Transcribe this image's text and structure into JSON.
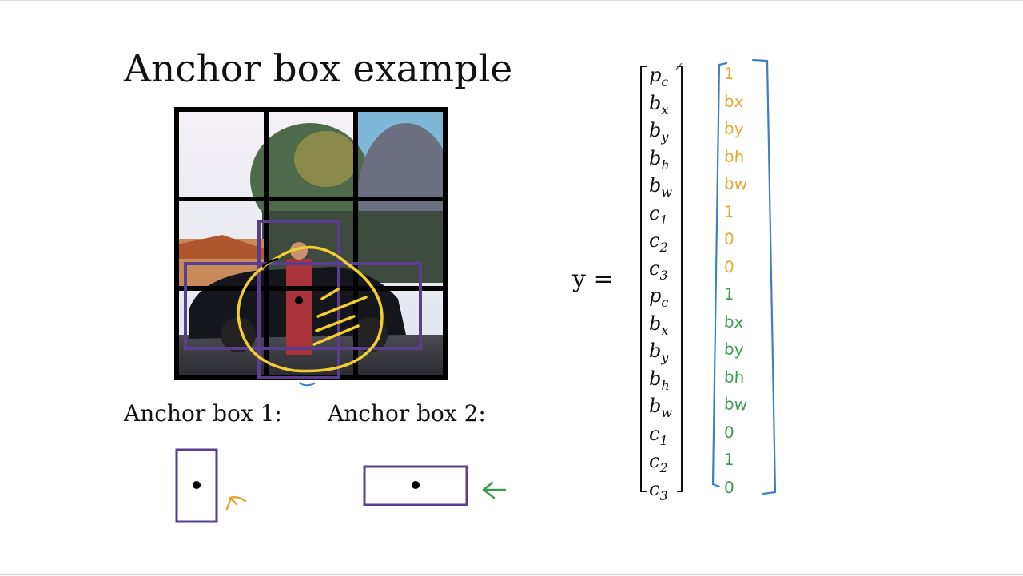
{
  "slide": {
    "title": "Anchor box example",
    "anchor_box_1_label": "Anchor box 1:",
    "anchor_box_2_label": "Anchor box 2:",
    "y_equation": "y ="
  },
  "vector": {
    "entries": [
      {
        "base": "p",
        "sub": "c"
      },
      {
        "base": "b",
        "sub": "x"
      },
      {
        "base": "b",
        "sub": "y"
      },
      {
        "base": "b",
        "sub": "h"
      },
      {
        "base": "b",
        "sub": "w"
      },
      {
        "base": "c",
        "sub": "1"
      },
      {
        "base": "c",
        "sub": "2"
      },
      {
        "base": "c",
        "sub": "3"
      },
      {
        "base": "p",
        "sub": "c"
      },
      {
        "base": "b",
        "sub": "x"
      },
      {
        "base": "b",
        "sub": "y"
      },
      {
        "base": "b",
        "sub": "h"
      },
      {
        "base": "b",
        "sub": "w"
      },
      {
        "base": "c",
        "sub": "1"
      },
      {
        "base": "c",
        "sub": "2"
      },
      {
        "base": "c",
        "sub": "3"
      }
    ]
  },
  "handwritten": {
    "anchor1_values": [
      "1",
      "bx",
      "by",
      "bh",
      "bw",
      "1",
      "0",
      "0"
    ],
    "anchor2_values": [
      "1",
      "bx",
      "by",
      "bh",
      "bw",
      "0",
      "1",
      "0"
    ]
  },
  "colors": {
    "grid": "#000000",
    "anchor_box": "#5b3d8f",
    "highlight_circle": "#f2cd2e",
    "handwriting_anchor1": "#e6a82e",
    "handwriting_anchor2": "#3c9a4e",
    "handwriting_bracket": "#3f7fc4"
  }
}
